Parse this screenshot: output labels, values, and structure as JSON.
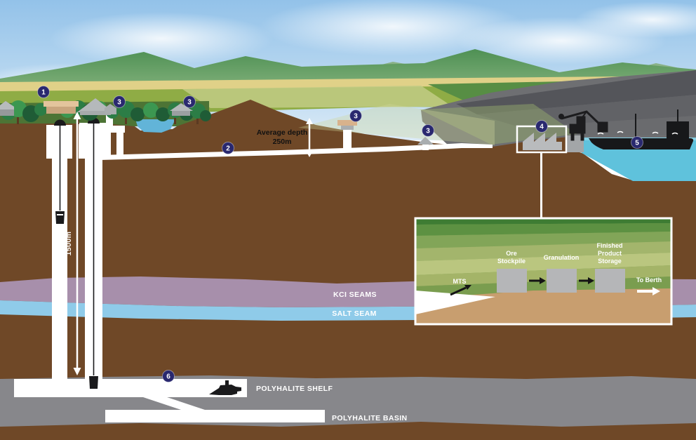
{
  "title": "Polyhalite mine cross-section diagram",
  "labels": {
    "avg_depth_line1": "Average depth",
    "avg_depth_line2": "250m",
    "shaft_depth": "1500m",
    "kci_seams": "KCI SEAMS",
    "salt_seam": "SALT SEAM",
    "polyhalite_shelf": "POLYHALITE SHELF",
    "polyhalite_basin": "POLYHALITE BASIN"
  },
  "markers": [
    {
      "label": "1"
    },
    {
      "label": "2"
    },
    {
      "label": "3"
    },
    {
      "label": "3"
    },
    {
      "label": "3"
    },
    {
      "label": "3"
    },
    {
      "label": "4"
    },
    {
      "label": "5"
    },
    {
      "label": "6"
    }
  ],
  "inset": {
    "mts_label": "MTS",
    "to_berth_label": "To Berth",
    "stations": [
      {
        "line1": "Ore",
        "line2": "Stockpile"
      },
      {
        "line1": "Granulation"
      },
      {
        "line1": "Finished",
        "line2": "Product",
        "line3": "Storage"
      }
    ]
  },
  "colors": {
    "marker_navy": "#29286f",
    "earth_brown": "#6f4827",
    "kci_seam_purple": "#a78fab",
    "salt_seam_blue": "#8fcbe9",
    "polyhalite_gray": "#87878b",
    "sea_blue": "#5fc2dc",
    "workings_white": "#ffffff",
    "industrial_gray": "#6e6f72"
  }
}
